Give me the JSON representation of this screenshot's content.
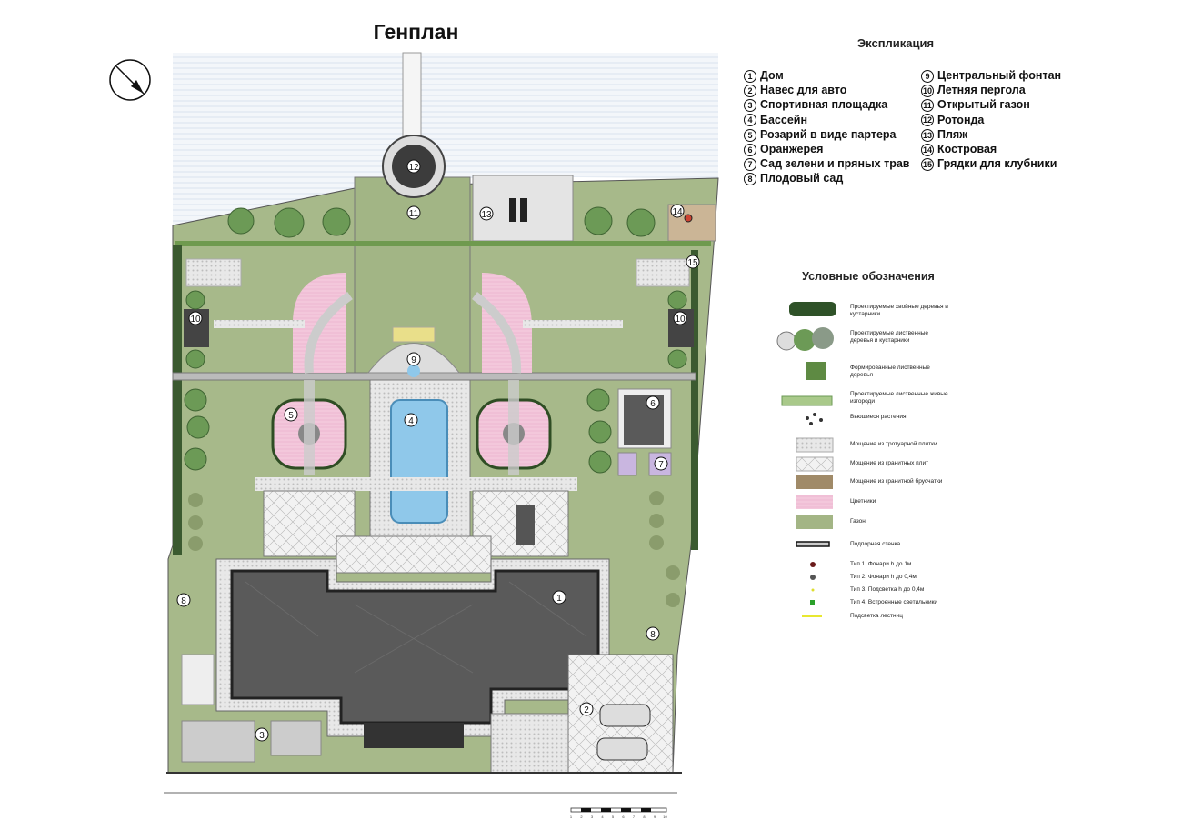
{
  "title": "Генплан",
  "explication": {
    "heading": "Экспликация",
    "items": [
      {
        "num": "1",
        "label": "Дом"
      },
      {
        "num": "2",
        "label": "Навес для авто"
      },
      {
        "num": "3",
        "label": "Спортивная площадка"
      },
      {
        "num": "4",
        "label": "Бассейн"
      },
      {
        "num": "5",
        "label": "Розарий в виде партера"
      },
      {
        "num": "6",
        "label": "Оранжерея"
      },
      {
        "num": "7",
        "label": "Сад зелени и пряных трав"
      },
      {
        "num": "8",
        "label": "Плодовый сад"
      },
      {
        "num": "9",
        "label": "Центральный фонтан"
      },
      {
        "num": "10",
        "label": "Летняя пергола"
      },
      {
        "num": "11",
        "label": "Открытый газон"
      },
      {
        "num": "12",
        "label": "Ротонда"
      },
      {
        "num": "13",
        "label": "Пляж"
      },
      {
        "num": "14",
        "label": "Костровая"
      },
      {
        "num": "15",
        "label": "Грядки для клубники"
      }
    ]
  },
  "legend": {
    "heading": "Условные обозначения",
    "items": [
      {
        "label": "Проектируемые хвойные деревья и кустарники"
      },
      {
        "label": "Проектируемые лиственные деревья и кустарники"
      },
      {
        "label": "Формированные лиственные деревья"
      },
      {
        "label": "Проектируемые лиственные живые изгороди"
      },
      {
        "label": "Вьющиеся растения"
      },
      {
        "label": "Мощение из тротуарной плитки"
      },
      {
        "label": "Мощение из гранитных плит"
      },
      {
        "label": "Мощение из гранитной брусчатки"
      },
      {
        "label": "Цветники"
      },
      {
        "label": "Газон"
      },
      {
        "label": "Подпорная стенка"
      },
      {
        "label": "Тип 1. Фонари h до 1м"
      },
      {
        "label": "Тип 2. Фонари h до 0,4м"
      },
      {
        "label": "Тип 3. Подсветка h до 0,4м"
      },
      {
        "label": "Тип 4. Встроенные светильники"
      },
      {
        "label": "Подсветка лестниц"
      }
    ]
  },
  "scale_bar": {
    "ticks": [
      "1",
      "2",
      "3",
      "4",
      "5",
      "6",
      "7",
      "8",
      "9",
      "10"
    ]
  },
  "colors": {
    "lawn": "#a3b585",
    "water": "#eef2f7",
    "house": "#5a5a5a",
    "pool": "#8fc8ea",
    "flowerbed": "#f2c6d8",
    "paving_brown": "#a08a68"
  }
}
